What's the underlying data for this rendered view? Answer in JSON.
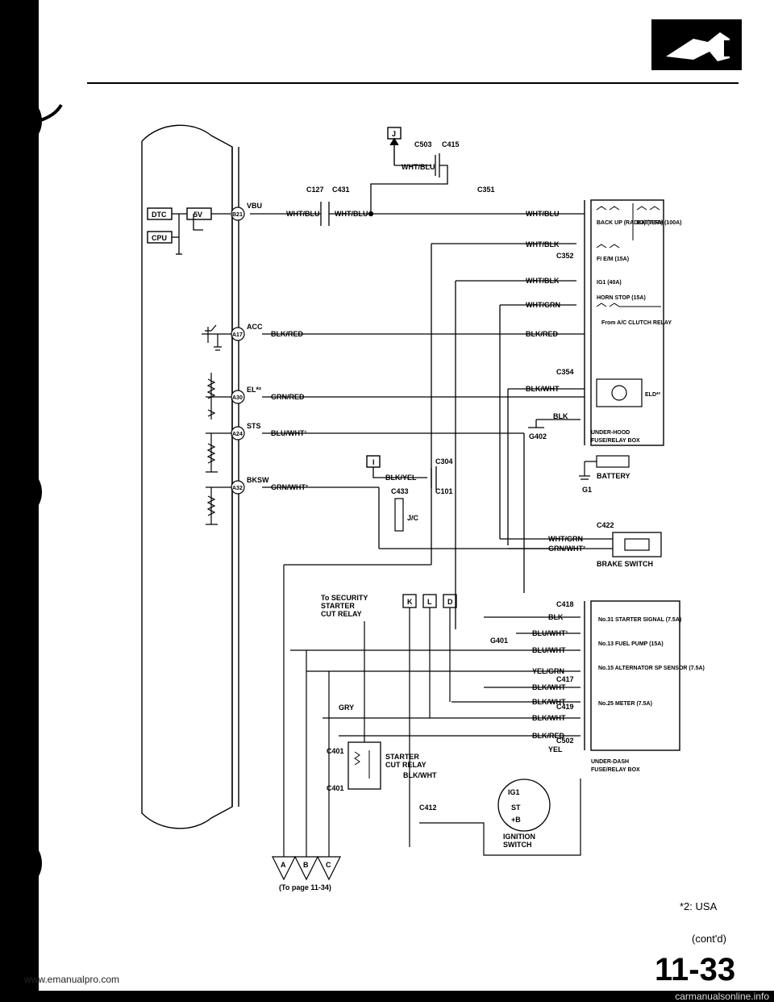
{
  "header": {
    "logo_icon": "fuel-nozzle-icon"
  },
  "modules": {
    "dtc": "DTC",
    "fivev": "5V",
    "cpu": "CPU",
    "pins": [
      "B21",
      "A17",
      "A30",
      "A24",
      "A32"
    ],
    "pin_labels": [
      "VBU",
      "ACC",
      "EL*²",
      "STS",
      "BKSW"
    ]
  },
  "wires": {
    "vbu": "WHT/BLU",
    "acc": "BLK/RED",
    "el": "GRN/RED",
    "sts": "BLU/WHT¹",
    "bksw": "GRN/WHT²",
    "blk_yel": "BLK/YEL",
    "top_whtblu": "WHT/BLU",
    "whtblk1": "WHT/BLK",
    "whtblk2": "WHT/BLK",
    "whtgrn": "WHT/GRN",
    "blkred_r": "BLK/RED",
    "blkwht_r": "BLK/WHT",
    "blk_r": "BLK",
    "whtgrn2": "WHT/GRN",
    "grnwht2": "GRN/WHT²",
    "blk_b": "BLK",
    "bluwht_b": "BLU/WHT¹",
    "bluwht_b2": "BLU/WHT",
    "yelgrn": "YEL/GRN",
    "blkwht_b1": "BLK/WHT",
    "blkwht_b2": "BLK/WHT",
    "blkwht_b3": "BLK/WHT",
    "blkred_b": "BLK/RED",
    "yel": "YEL",
    "gry": "GRY",
    "blkwht_relay": "BLK/WHT"
  },
  "connectors": {
    "c503": "C503",
    "c415": "C415",
    "c127": "C127",
    "c431": "C431",
    "c351": "C351",
    "c352": "C352",
    "c354": "C354",
    "g402": "G402",
    "c304": "C304",
    "c433": "C433",
    "c101": "C101",
    "c422": "C422",
    "c418": "C418",
    "g401": "G401",
    "c417": "C417",
    "c419": "C419",
    "c502": "C502",
    "c401a": "C401",
    "c401b": "C401",
    "c412": "C412",
    "g1": "G1",
    "jc": "J/C"
  },
  "connector_refs": {
    "j": "J",
    "i": "I",
    "k": "K",
    "l": "L",
    "d": "D",
    "a": "A",
    "b": "B",
    "c": "C"
  },
  "underhood": {
    "back_up": "BACK UP (RADIO) (7.5A)",
    "battery": "BATTERY (100A)",
    "fi_ecm": "FI E/M (15A)",
    "ig1": "IG1 (40A)",
    "horn": "HORN STOP (15A)",
    "ac": "From A/C CLUTCH RELAY",
    "eld": "ELD*²",
    "title1": "UNDER-HOOD",
    "title2": "FUSE/RELAY BOX",
    "battery_label": "BATTERY"
  },
  "underdash": {
    "fuse31": "No.31 STARTER SIGNAL (7.5A)",
    "fuse13": "No.13 FUEL PUMP (15A)",
    "fuse15": "No.15 ALTERNATOR SP SENSOR (7.5A)",
    "fuse25": "No.25 METER (7.5A)",
    "title1": "UNDER-DASH",
    "title2": "FUSE/RELAY BOX"
  },
  "ignition": {
    "ig1": "IG1",
    "st": "ST",
    "plusb": "+B",
    "title1": "IGNITION",
    "title2": "SWITCH"
  },
  "brake_switch": "BRAKE SWITCH",
  "security": {
    "line1": "To SECURITY",
    "line2": "STARTER",
    "line3": "CUT RELAY"
  },
  "starter_relay": {
    "line1": "STARTER",
    "line2": "CUT RELAY"
  },
  "to_page": "(To page 11-34)",
  "footnote": "*2: USA",
  "contd": "(cont'd)",
  "page_number": "11-33",
  "footer_url": "www.emanualpro.com",
  "watermark": "carmanualsonline.info"
}
